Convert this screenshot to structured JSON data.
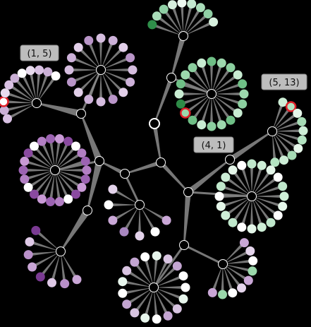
{
  "colors": {
    "background": "#000000",
    "edge": "#777777",
    "hub_fill": "#000000",
    "hub_stroke": "#ffffff",
    "highlight_ring": "#e0202a",
    "label_bg": "#bdbdbd"
  },
  "labels": [
    {
      "text": "(1, 5)"
    },
    {
      "text": "(5, 13)"
    },
    {
      "text": "(4, 1)"
    }
  ],
  "clusters": [
    {
      "name": "top-center",
      "palette": [
        "#c3e8cf",
        "#a9dcb9",
        "#8fcfa4",
        "#d7f0de",
        "#eefaf1"
      ],
      "special": {
        "index": 0,
        "color": "#2f8f4a"
      }
    },
    {
      "name": "top-left-a",
      "palette": [
        "#d5bddf",
        "#cdb1d9",
        "#e2cfe9",
        "#b995c8"
      ]
    },
    {
      "name": "top-left-b",
      "palette": [
        "#d9c1e3",
        "#cbb0d6",
        "#ffffff",
        "#e8dbee"
      ],
      "highlight_index": 2
    },
    {
      "name": "right-green",
      "palette": [
        "#9dd8ad",
        "#8bcf9f",
        "#c8ecd2",
        "#6fbf86"
      ],
      "special": {
        "index": 9,
        "color": "#2e8b47"
      },
      "highlight_index": 8
    },
    {
      "name": "far-right",
      "palette": [
        "#cdeed6",
        "#b3e3c1",
        "#e6f7ea",
        "#a6dcb5"
      ],
      "highlight_index": 1
    },
    {
      "name": "left-purple",
      "palette": [
        "#b27fc3",
        "#9c63b2",
        "#c99ad6",
        "#8a4aa0",
        "#ffffff"
      ]
    },
    {
      "name": "center-small",
      "palette": [
        "#c9a7d6",
        "#ffffff",
        "#e3d2ea",
        "#a887c0"
      ]
    },
    {
      "name": "right-light-green",
      "palette": [
        "#cdeed6",
        "#e4f6e9",
        "#ffffff",
        "#bfe7cb"
      ]
    },
    {
      "name": "bottom-left",
      "palette": [
        "#c9a6d6",
        "#b990c9",
        "#dfc9e7",
        "#7a3a92"
      ]
    },
    {
      "name": "bottom-center",
      "palette": [
        "#ffffff",
        "#e7f5ec",
        "#d7c3e0",
        "#c3a5d1"
      ]
    },
    {
      "name": "bottom-right",
      "palette": [
        "#c9a7d6",
        "#e5d5ec",
        "#ffffff",
        "#9ad7aa"
      ]
    }
  ]
}
